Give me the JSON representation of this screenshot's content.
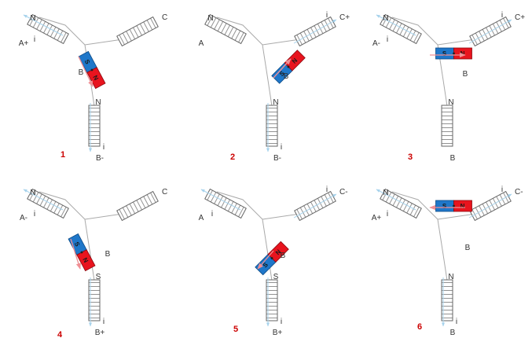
{
  "colors": {
    "north": "#e8141e",
    "south": "#1f77c9",
    "wire": "#aaaaaa",
    "coil": "#666666",
    "current": "#a7d3ec",
    "rotation": "#f08f94",
    "label": "#333333",
    "step_number": "#cc0000"
  },
  "panels": [
    {
      "step": "1",
      "coils": {
        "a": {
          "pole": "N",
          "phase": "A+",
          "current": "i"
        },
        "b": {
          "pole": "N",
          "phase": "B-",
          "current": "i"
        },
        "c": {
          "pole": "",
          "phase": "C",
          "current": ""
        }
      },
      "rotor": {
        "label": "B",
        "north": "N",
        "south": "S"
      }
    },
    {
      "step": "2",
      "coils": {
        "a": {
          "pole": "N",
          "phase": "A",
          "current": ""
        },
        "b": {
          "pole": "N",
          "phase": "B-",
          "current": "i"
        },
        "c": {
          "pole": "",
          "phase": "C+",
          "current": "i"
        }
      },
      "rotor": {
        "label": "B",
        "north": "N",
        "south": "S"
      }
    },
    {
      "step": "3",
      "coils": {
        "a": {
          "pole": "N",
          "phase": "A-",
          "current": "i"
        },
        "b": {
          "pole": "N",
          "phase": "B",
          "current": ""
        },
        "c": {
          "pole": "",
          "phase": "C+",
          "current": "i"
        }
      },
      "rotor": {
        "label": "B",
        "north": "N",
        "south": "S"
      }
    },
    {
      "step": "4",
      "coils": {
        "a": {
          "pole": "N",
          "phase": "A-",
          "current": "i"
        },
        "b": {
          "pole": "S",
          "phase": "B+",
          "current": "i"
        },
        "c": {
          "pole": "",
          "phase": "C",
          "current": ""
        }
      },
      "rotor": {
        "label": "B",
        "north": "N",
        "south": "S"
      }
    },
    {
      "step": "5",
      "coils": {
        "a": {
          "pole": "",
          "phase": "A",
          "current": "i"
        },
        "b": {
          "pole": "S",
          "phase": "B+",
          "current": "i"
        },
        "c": {
          "pole": "",
          "phase": "C-",
          "current": "i"
        }
      },
      "rotor": {
        "label": "B",
        "north": "N",
        "south": "S"
      }
    },
    {
      "step": "6",
      "coils": {
        "a": {
          "pole": "N",
          "phase": "A+",
          "current": "i"
        },
        "b": {
          "pole": "N",
          "phase": "B",
          "current": "i"
        },
        "c": {
          "pole": "",
          "phase": "C-",
          "current": "i"
        }
      },
      "rotor": {
        "label": "B",
        "north": "N",
        "south": "S"
      }
    }
  ]
}
